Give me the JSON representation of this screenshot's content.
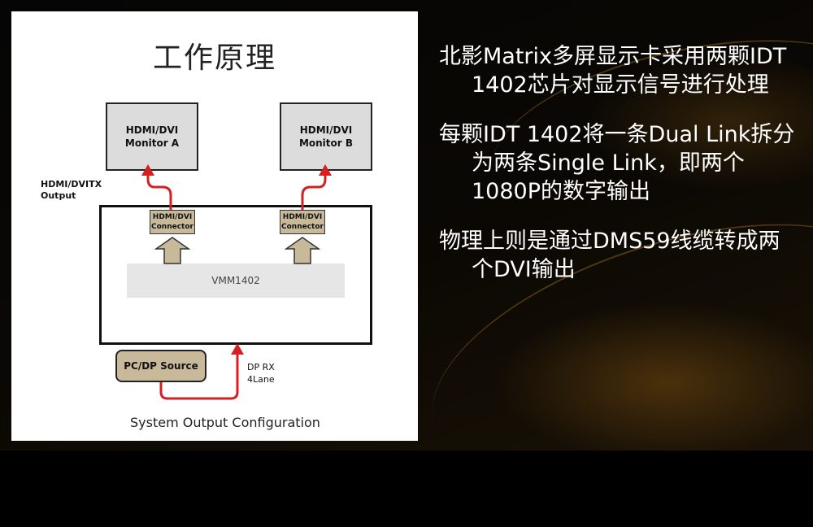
{
  "diagram": {
    "title": "工作原理",
    "monitor_a": {
      "line1": "HDMI/DVI",
      "line2": "Monitor A"
    },
    "monitor_b": {
      "line1": "HDMI/DVI",
      "line2": "Monitor B"
    },
    "output_label": {
      "line1": "HDMI/DVITX",
      "line2": "Output"
    },
    "connector_a": {
      "line1": "HDMI/DVI",
      "line2": "Connector"
    },
    "connector_b": {
      "line1": "HDMI/DVI",
      "line2": "Connector"
    },
    "chip_label": "VMM1402",
    "source_label": "PC/DP Source",
    "dp_label": {
      "line1": "DP RX",
      "line2": "4Lane"
    },
    "caption": "System Output Configuration"
  },
  "bullets": [
    {
      "first": "北影Matrix多屏显示卡采用两颗",
      "rest": "IDT 1402芯片对显示信号进行处理"
    },
    {
      "first": "每颗IDT 1402将一条Dual Link拆",
      "rest": "分为两条Single Link，即两个1080P的数字输出"
    },
    {
      "first": "物理上则是通过DMS59线缆转成两",
      "rest": "个DVI输出"
    }
  ],
  "colors": {
    "arrow_red": "#d42020",
    "connector_tan": "#c9b99b",
    "background": "#000000",
    "text_white": "#ffffff"
  }
}
